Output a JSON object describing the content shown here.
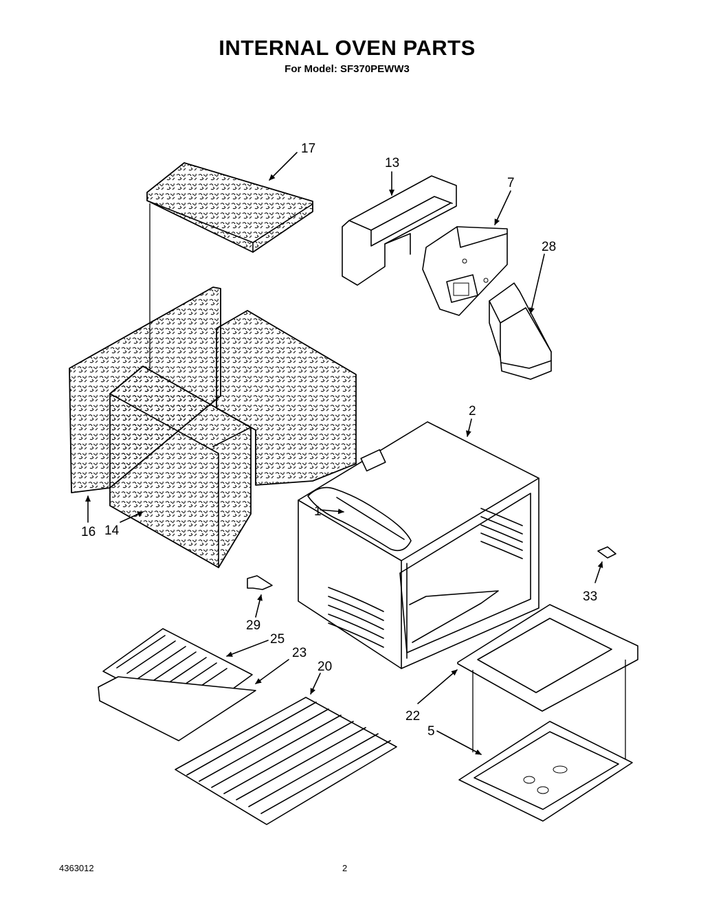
{
  "header": {
    "title": "INTERNAL OVEN PARTS",
    "subtitle": "For Model: SF370PEWW3"
  },
  "footer": {
    "document_number": "4363012",
    "page_number": "2"
  },
  "callouts": [
    {
      "id": "17",
      "label": "17"
    },
    {
      "id": "13",
      "label": "13"
    },
    {
      "id": "7",
      "label": "7"
    },
    {
      "id": "28",
      "label": "28"
    },
    {
      "id": "2",
      "label": "2"
    },
    {
      "id": "1",
      "label": "1"
    },
    {
      "id": "16",
      "label": "16"
    },
    {
      "id": "14",
      "label": "14"
    },
    {
      "id": "33",
      "label": "33"
    },
    {
      "id": "29",
      "label": "29"
    },
    {
      "id": "25",
      "label": "25"
    },
    {
      "id": "23",
      "label": "23"
    },
    {
      "id": "20",
      "label": "20"
    },
    {
      "id": "22",
      "label": "22"
    },
    {
      "id": "5",
      "label": "5"
    }
  ]
}
